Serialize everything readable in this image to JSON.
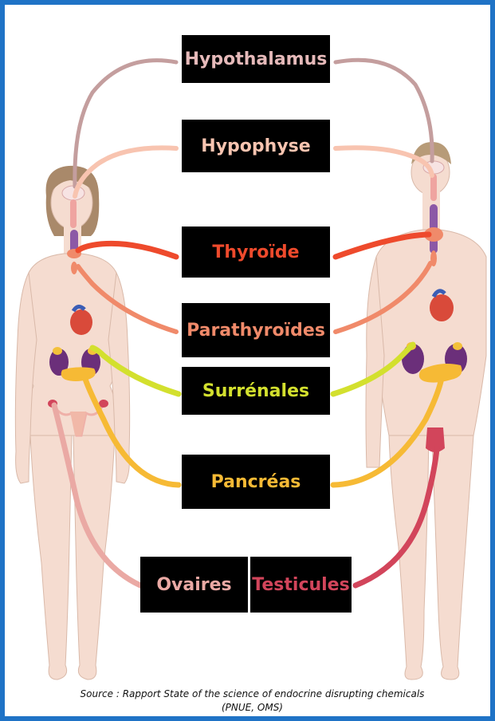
{
  "labels": {
    "hypothalamus": "Hypothalamus",
    "hypophyse": "Hypophyse",
    "thyroide": "Thyroïde",
    "parathyroides": "Parathyroïdes",
    "surrenales": "Surrénales",
    "pancreas": "Pancréas",
    "ovaires": "Ovaires",
    "testicules": "Testicules"
  },
  "source": {
    "line1": "Source : Rapport State of the science of endocrine disrupting chemicals",
    "line2": "(PNUE, OMS)"
  },
  "colors": {
    "frame": "#1f73c6",
    "hypothalamus": "#e5b9b9",
    "hypophyse": "#f8c4b0",
    "thyroide": "#ee4a2c",
    "parathyroides": "#f08a6a",
    "surrenales": "#d3e02e",
    "pancreas": "#f6ba35",
    "ovaires": "#eaa9a4",
    "testicules": "#d2455b",
    "skin": "#f5dcd0",
    "hair": "#a9896a"
  }
}
